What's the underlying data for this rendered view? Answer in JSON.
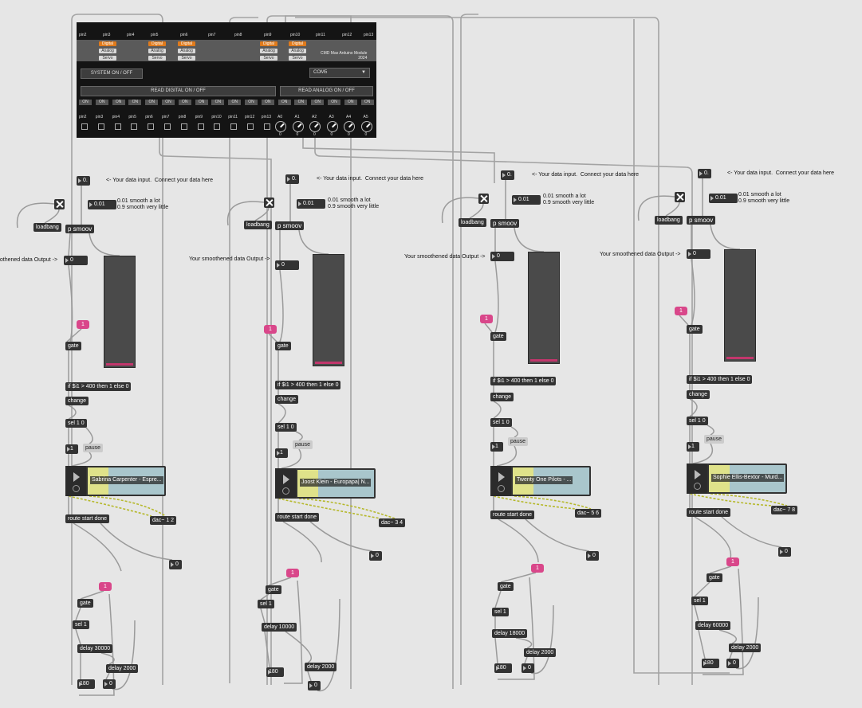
{
  "arduino": {
    "top_pins": [
      "pin2",
      "pin3",
      "pin4",
      "pin5",
      "pin6",
      "pin7",
      "pin8",
      "pin9",
      "pin10",
      "pin11",
      "pin12",
      "pin13"
    ],
    "mode_labels": {
      "digital": "Digital",
      "analog": "Analog",
      "servo": "Servo"
    },
    "module_title": "CMD Max Arduino Module\n2024",
    "system_button": "SYSTEM ON / OFF",
    "port": "COM5",
    "read_digital": "READ DIGITAL  ON / OFF",
    "read_analog": "READ ANALOG  ON / OFF",
    "on_label": "ON",
    "bottom_pins": [
      "pin2",
      "pin3",
      "pin4",
      "pin5",
      "pin6",
      "pin7",
      "pin8",
      "pin9",
      "pin10",
      "pin11",
      "pin12",
      "pin13"
    ],
    "analog_pins": [
      "A0",
      "A1",
      "A2",
      "A3",
      "A4",
      "A5"
    ],
    "analog_values": [
      "0",
      "0",
      "0",
      "0",
      "0",
      "0"
    ]
  },
  "text": {
    "data_input_note": "<- Your data input.  Connect your data here",
    "smooth_note": "0.01 smooth a lot\n0.9 smooth very little",
    "output_note": "Your smoothened data Output ->",
    "output_note_cut": "oothened data Output ->",
    "loadbang": "loadbang",
    "psmoov": "p smoov",
    "gate": "gate",
    "if_expr": "if $i1 > 400 then 1 else 0",
    "change": "change",
    "sel10": "sel 1 0",
    "sel1": "sel 1",
    "pause": "pause",
    "route": "route start done",
    "delay2000": "delay 2000",
    "one": "1",
    "zero": "0",
    "num_input": "0.",
    "num_smooth": "0.01",
    "num_out": "0",
    "num_180": "180"
  },
  "channels": [
    {
      "song": "Sabrina Carpenter - Espre...",
      "dac": "dac~ 1 2",
      "delay": "delay 30000"
    },
    {
      "song": "Joost Klein - Europapa| N...",
      "dac": "dac~ 3 4",
      "delay": "delay 10000"
    },
    {
      "song": "Twenty One Pilots - ...",
      "dac": "dac~ 5 6",
      "delay": "delay 18000"
    },
    {
      "song": "Sophie Ellis-Bextor - Murd...",
      "dac": "dac~ 7 8",
      "delay": "delay 60000"
    }
  ],
  "colors": {
    "background": "#e6e6e6",
    "object": "#333333",
    "toggle_on": "#d9478a",
    "slider_fill": "#c2366c",
    "waveform": "#a9c6cc",
    "waveform_highlight": "#dfe28a",
    "cable": "#9a9a9a",
    "audio_cable": "#b5b82a"
  }
}
